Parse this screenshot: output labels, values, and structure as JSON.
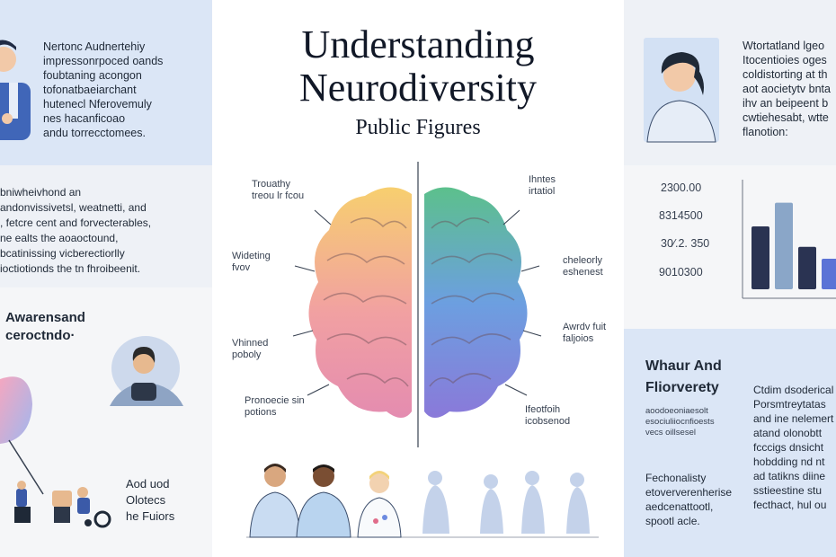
{
  "header": {
    "title_line1": "Understanding",
    "title_line2": "Neurodiversity",
    "subtitle": "Public Figures"
  },
  "left": {
    "top_text": "Nertonc Audnertehiy\nimpressonrpoced oands\nfoubtaning acongon\ntofonatbaeiarchant\nhutenecl Nferovemuly\nnes hacanficoao\nandu torrecctomees.",
    "mid_text": "bniwheivhond an\nandonvissivetsl, weatnetti, and\n, fetcre cent and forvecterables,\nne ealts the aoaoctound,\nbcatinissing vicberectiorlly\nioctiotionds the tn fhroibeenit.",
    "heading": "Awarensand\nceroctndo·",
    "bottom_text": "Aod uod\nOlotecs\nhe Fuiors"
  },
  "center": {
    "labels_left": [
      "Trouathy\ntreou lr fcou",
      "Wideting\nfvov",
      "Vhinned\npoboly",
      "Pronoecie sin\npotions"
    ],
    "labels_right": [
      "Ihntes\nirtatiol",
      "cheleorly\neshenest",
      "Awrdv fuit\nfaljoios",
      "Ifeotfoih\nicobsenod"
    ]
  },
  "right": {
    "top_text": "Wtortatland lgeo\nItocentioies oges\ncoldistorting at th\naot aocietytv bnta\nihv an beipeent b\ncwtiehesabt, wtte\nflanotion:",
    "chart_labels": [
      "2300.00",
      "8314500",
      "30⁄.2. 350",
      "9010300"
    ],
    "section_title": "Whaur And\nFliorverety",
    "small_text": "aoodoeoniaesolt\nesociuliiocnfioests\nvecs oillsesel",
    "col1_text": "Fechonalisty\netoververenherise\naedcenattootl,\nspootl acle.",
    "col2_text": "Ctdim dsoderical\nPorsmtreytatas\nand ine nelemert\natand olonobtt\nfcccigs dnsicht\nhobdding nd nt\nad tatikns diine\nsstieestine stu\nfecthact, hul ou"
  },
  "chart_data": {
    "type": "bar",
    "categories": [
      "",
      "",
      "",
      ""
    ],
    "values": [
      7.4,
      10.2,
      5.0,
      3.6
    ],
    "colors": [
      "#2a3352",
      "#8aa6c8",
      "#2a3352",
      "#5b73d6"
    ],
    "ylim": [
      0,
      11
    ]
  },
  "colors": {
    "panel_blue": "#dbe6f6",
    "panel_light": "#eef1f6",
    "chart_navy": "#2a3352",
    "chart_lightblue": "#8aa6c8",
    "chart_blue": "#5b73d6"
  }
}
